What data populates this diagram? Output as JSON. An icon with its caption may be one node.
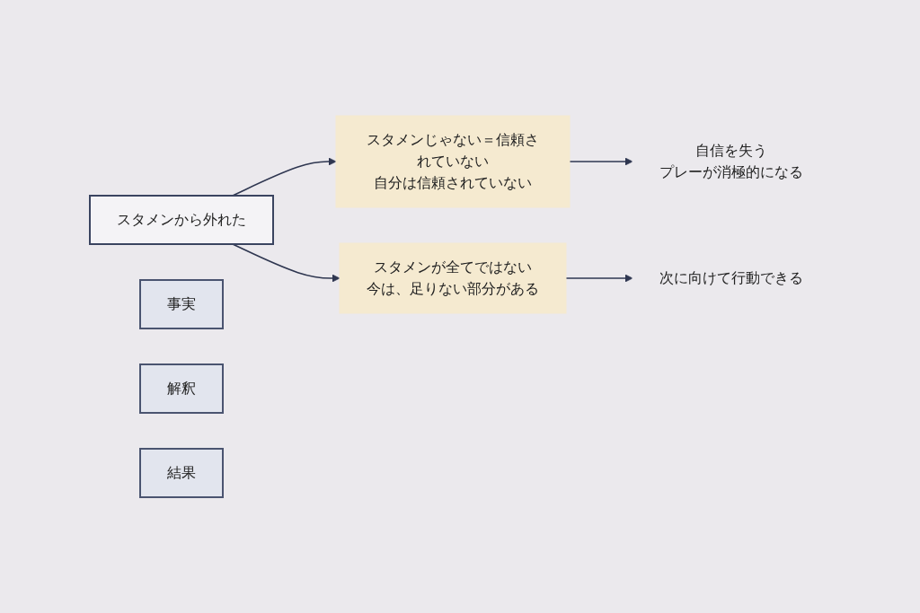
{
  "diagram": {
    "nodes": [
      {
        "text": [
          "スタメンから外れた"
        ]
      },
      {
        "text": [
          "スタメンじゃない＝信頼されていない",
          "自分は信頼されていない"
        ]
      },
      {
        "text": [
          "スタメンが全てではない",
          "今は、足りない部分がある"
        ]
      },
      {
        "text": [
          "自信を失う",
          "プレーが消極的になる"
        ]
      },
      {
        "text": [
          "次に向けて行動できる"
        ]
      },
      {
        "text": [
          "事実"
        ]
      },
      {
        "text": [
          "解釈"
        ]
      },
      {
        "text": [
          "結果"
        ]
      }
    ],
    "edges": [
      {
        "from": 0,
        "to": 1,
        "arrow": "to"
      },
      {
        "from": 1,
        "to": 3,
        "arrow": "to"
      },
      {
        "from": 0,
        "to": 2,
        "arrow": "to"
      },
      {
        "from": 2,
        "to": 4,
        "arrow": "to"
      }
    ]
  }
}
